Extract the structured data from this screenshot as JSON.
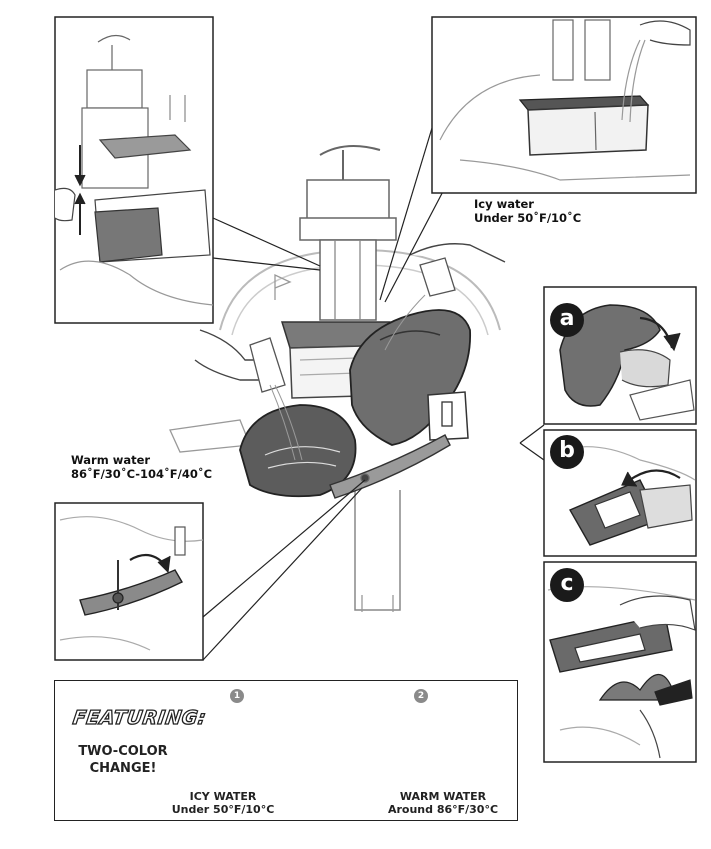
{
  "labels": {
    "icy_line1": "Icy water",
    "icy_line2": "Under 50˚F/10˚C",
    "warm_line1": "Warm water",
    "warm_line2": "86˚F/30˚C-104˚F/40˚C"
  },
  "steps": {
    "a": "a",
    "b": "b",
    "c": "c"
  },
  "feature": {
    "title": "FEATURING:",
    "subtitle_line1": "TWO-COLOR",
    "subtitle_line2": "CHANGE!",
    "num1": "1",
    "num2": "2",
    "icy_title": "ICY WATER",
    "icy_temp": "Under 50°F/10°C",
    "warm_title": "WARM WATER",
    "warm_temp": "Around 86°F/30°C"
  },
  "colors": {
    "line": "#222222",
    "dark_part": "#5a5a5a",
    "mid_part": "#8a8a8a",
    "light_part": "#c8c8c8"
  }
}
